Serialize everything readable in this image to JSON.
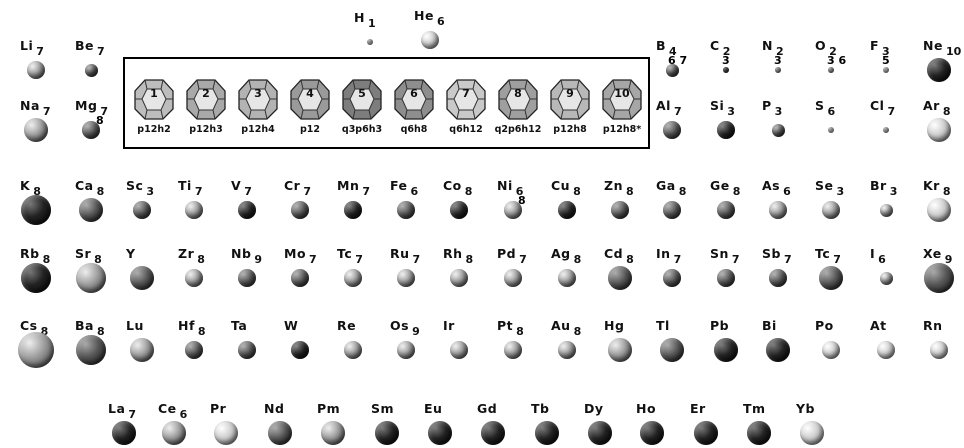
{
  "colors": {
    "dark": "#1a1a1a",
    "mid": "#4a4a4a",
    "light": "#8a8a8a",
    "pale": "#c8c8c8"
  },
  "polyhedra": [
    {
      "number": "1",
      "label": "p12h2"
    },
    {
      "number": "2",
      "label": "p12h3"
    },
    {
      "number": "3",
      "label": "p12h4"
    },
    {
      "number": "4",
      "label": "p12"
    },
    {
      "number": "5",
      "label": "q3p6h3"
    },
    {
      "number": "6",
      "label": "q6h8"
    },
    {
      "number": "7",
      "label": "q6h12"
    },
    {
      "number": "8",
      "label": "q2p6h12"
    },
    {
      "number": "9",
      "label": "p12h8"
    },
    {
      "number": "10",
      "label": "p12h8*"
    }
  ],
  "elements": [
    {
      "sym": "H",
      "n": "1",
      "size": "xs",
      "shade": "pale"
    },
    {
      "sym": "He",
      "n": "6",
      "size": "m",
      "shade": "pale"
    },
    {
      "sym": "Li",
      "n": "7",
      "size": "m",
      "shade": "light"
    },
    {
      "sym": "Be",
      "n": "7",
      "size": "s",
      "shade": "mid"
    },
    {
      "sym": "B",
      "n": "4",
      "n2": "6 7",
      "size": "s",
      "shade": "mid"
    },
    {
      "sym": "C",
      "n": "2",
      "n2": "3",
      "size": "xs",
      "shade": "dark"
    },
    {
      "sym": "N",
      "n": "2",
      "n2": "3",
      "size": "xs",
      "shade": "light"
    },
    {
      "sym": "O",
      "n": "2",
      "n2": "3 6",
      "size": "xs",
      "shade": "light"
    },
    {
      "sym": "F",
      "n": "3",
      "n2": "5",
      "size": "xs",
      "shade": "pale"
    },
    {
      "sym": "Ne",
      "n": "10",
      "size": "l",
      "shade": "dark"
    },
    {
      "sym": "Na",
      "n": "7",
      "size": "l",
      "shade": "light"
    },
    {
      "sym": "Mg",
      "n": "7",
      "n2": "8",
      "size": "m",
      "shade": "mid"
    },
    {
      "sym": "Al",
      "n": "7",
      "size": "m",
      "shade": "mid"
    },
    {
      "sym": "Si",
      "n": "3",
      "size": "m",
      "shade": "dark"
    },
    {
      "sym": "P",
      "n": "3",
      "size": "s",
      "shade": "mid"
    },
    {
      "sym": "S",
      "n": "6",
      "size": "xs",
      "shade": "pale"
    },
    {
      "sym": "Cl",
      "n": "7",
      "size": "xs",
      "shade": "pale"
    },
    {
      "sym": "Ar",
      "n": "8",
      "size": "l",
      "shade": "pale"
    },
    {
      "sym": "K",
      "n": "8",
      "size": "xl",
      "shade": "dark"
    },
    {
      "sym": "Ca",
      "n": "8",
      "size": "l",
      "shade": "mid"
    },
    {
      "sym": "Sc",
      "n": "3",
      "size": "m",
      "shade": "mid"
    },
    {
      "sym": "Ti",
      "n": "7",
      "size": "m",
      "shade": "light"
    },
    {
      "sym": "V",
      "n": "7",
      "size": "m",
      "shade": "dark"
    },
    {
      "sym": "Cr",
      "n": "7",
      "size": "m",
      "shade": "mid"
    },
    {
      "sym": "Mn",
      "n": "7",
      "size": "m",
      "shade": "dark"
    },
    {
      "sym": "Fe",
      "n": "6",
      "size": "m",
      "shade": "mid"
    },
    {
      "sym": "Co",
      "n": "8",
      "size": "m",
      "shade": "dark"
    },
    {
      "sym": "Ni",
      "n": "6",
      "n2": "8",
      "size": "m",
      "shade": "light"
    },
    {
      "sym": "Cu",
      "n": "8",
      "size": "m",
      "shade": "dark"
    },
    {
      "sym": "Zn",
      "n": "8",
      "size": "m",
      "shade": "mid"
    },
    {
      "sym": "Ga",
      "n": "8",
      "size": "m",
      "shade": "mid"
    },
    {
      "sym": "Ge",
      "n": "8",
      "size": "m",
      "shade": "mid"
    },
    {
      "sym": "As",
      "n": "6",
      "size": "m",
      "shade": "light"
    },
    {
      "sym": "Se",
      "n": "3",
      "size": "m",
      "shade": "light"
    },
    {
      "sym": "Br",
      "n": "3",
      "size": "s",
      "shade": "light"
    },
    {
      "sym": "Kr",
      "n": "8",
      "size": "l",
      "shade": "pale"
    },
    {
      "sym": "Rb",
      "n": "8",
      "size": "xl",
      "shade": "dark"
    },
    {
      "sym": "Sr",
      "n": "8",
      "size": "xl",
      "shade": "light"
    },
    {
      "sym": "Y",
      "n": "",
      "size": "l",
      "shade": "mid"
    },
    {
      "sym": "Zr",
      "n": "8",
      "size": "m",
      "shade": "light"
    },
    {
      "sym": "Nb",
      "n": "9",
      "size": "m",
      "shade": "mid"
    },
    {
      "sym": "Mo",
      "n": "7",
      "size": "m",
      "shade": "mid"
    },
    {
      "sym": "Tc",
      "n": "7",
      "size": "m",
      "shade": "light"
    },
    {
      "sym": "Ru",
      "n": "7",
      "size": "m",
      "shade": "light"
    },
    {
      "sym": "Rh",
      "n": "8",
      "size": "m",
      "shade": "light"
    },
    {
      "sym": "Pd",
      "n": "7",
      "size": "m",
      "shade": "light"
    },
    {
      "sym": "Ag",
      "n": "8",
      "size": "m",
      "shade": "light"
    },
    {
      "sym": "Cd",
      "n": "8",
      "size": "l",
      "shade": "mid"
    },
    {
      "sym": "In",
      "n": "7",
      "size": "m",
      "shade": "mid"
    },
    {
      "sym": "Sn",
      "n": "7",
      "size": "m",
      "shade": "mid"
    },
    {
      "sym": "Sb",
      "n": "7",
      "size": "m",
      "shade": "mid"
    },
    {
      "sym": "Tc",
      "n": "7",
      "size": "l",
      "shade": "mid"
    },
    {
      "sym": "I",
      "n": "6",
      "size": "s",
      "shade": "light"
    },
    {
      "sym": "Xe",
      "n": "9",
      "size": "xl",
      "shade": "mid"
    },
    {
      "sym": "Cs",
      "n": "8",
      "size": "xxl",
      "shade": "light"
    },
    {
      "sym": "Ba",
      "n": "8",
      "size": "xl",
      "shade": "mid"
    },
    {
      "sym": "Lu",
      "n": "",
      "size": "l",
      "shade": "light"
    },
    {
      "sym": "Hf",
      "n": "8",
      "size": "m",
      "shade": "mid"
    },
    {
      "sym": "Ta",
      "n": "",
      "size": "m",
      "shade": "mid"
    },
    {
      "sym": "W",
      "n": "",
      "size": "m",
      "shade": "dark"
    },
    {
      "sym": "Re",
      "n": "",
      "size": "m",
      "shade": "light"
    },
    {
      "sym": "Os",
      "n": "9",
      "size": "m",
      "shade": "light"
    },
    {
      "sym": "Ir",
      "n": "",
      "size": "m",
      "shade": "light"
    },
    {
      "sym": "Pt",
      "n": "8",
      "size": "m",
      "shade": "light"
    },
    {
      "sym": "Au",
      "n": "8",
      "size": "m",
      "shade": "light"
    },
    {
      "sym": "Hg",
      "n": "",
      "size": "l",
      "shade": "light"
    },
    {
      "sym": "Tl",
      "n": "",
      "size": "l",
      "shade": "mid"
    },
    {
      "sym": "Pb",
      "n": "",
      "size": "l",
      "shade": "dark"
    },
    {
      "sym": "Bi",
      "n": "",
      "size": "l",
      "shade": "dark"
    },
    {
      "sym": "Po",
      "n": "",
      "size": "m",
      "shade": "pale"
    },
    {
      "sym": "At",
      "n": "",
      "size": "m",
      "shade": "pale"
    },
    {
      "sym": "Rn",
      "n": "",
      "size": "m",
      "shade": "pale"
    },
    {
      "sym": "La",
      "n": "7",
      "size": "l",
      "shade": "dark"
    },
    {
      "sym": "Ce",
      "n": "6",
      "size": "l",
      "shade": "light"
    },
    {
      "sym": "Pr",
      "n": "",
      "size": "l",
      "shade": "pale"
    },
    {
      "sym": "Nd",
      "n": "",
      "size": "l",
      "shade": "mid"
    },
    {
      "sym": "Pm",
      "n": "",
      "size": "l",
      "shade": "light"
    },
    {
      "sym": "Sm",
      "n": "",
      "size": "l",
      "shade": "dark"
    },
    {
      "sym": "Eu",
      "n": "",
      "size": "l",
      "shade": "dark"
    },
    {
      "sym": "Gd",
      "n": "",
      "size": "l",
      "shade": "dark"
    },
    {
      "sym": "Tb",
      "n": "",
      "size": "l",
      "shade": "dark"
    },
    {
      "sym": "Dy",
      "n": "",
      "size": "l",
      "shade": "dark"
    },
    {
      "sym": "Ho",
      "n": "",
      "size": "l",
      "shade": "dark"
    },
    {
      "sym": "Er",
      "n": "",
      "size": "l",
      "shade": "dark"
    },
    {
      "sym": "Tm",
      "n": "",
      "size": "l",
      "shade": "dark"
    },
    {
      "sym": "Yb",
      "n": "",
      "size": "l",
      "shade": "pale"
    }
  ]
}
